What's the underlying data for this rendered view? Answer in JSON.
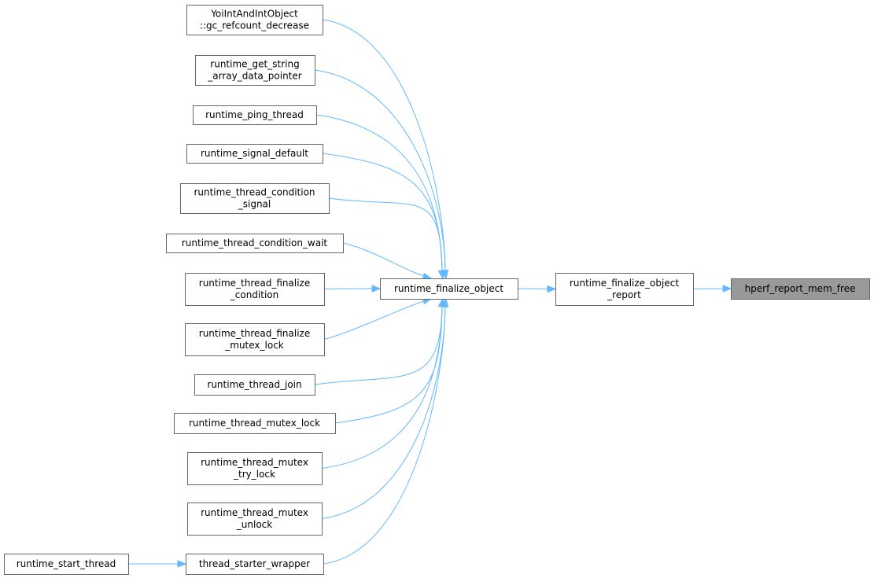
{
  "diagram": {
    "type": "call-graph",
    "colors": {
      "edge": "#63b8ff",
      "node_border": "#666666",
      "node_fill": "#ffffff",
      "highlight_fill": "#999999",
      "text": "#000000"
    },
    "nodes": [
      {
        "id": "n_yoi",
        "lines": [
          "YoiIntAndIntObject",
          "::gc_refcount_decrease"
        ]
      },
      {
        "id": "n_getstr",
        "lines": [
          "runtime_get_string",
          "_array_data_pointer"
        ]
      },
      {
        "id": "n_ping",
        "lines": [
          "runtime_ping_thread"
        ]
      },
      {
        "id": "n_sigdef",
        "lines": [
          "runtime_signal_default"
        ]
      },
      {
        "id": "n_condsig",
        "lines": [
          "runtime_thread_condition",
          "_signal"
        ]
      },
      {
        "id": "n_condwait",
        "lines": [
          "runtime_thread_condition_wait"
        ]
      },
      {
        "id": "n_fincond",
        "lines": [
          "runtime_thread_finalize",
          "_condition"
        ]
      },
      {
        "id": "n_finmutex",
        "lines": [
          "runtime_thread_finalize",
          "_mutex_lock"
        ]
      },
      {
        "id": "n_join",
        "lines": [
          "runtime_thread_join"
        ]
      },
      {
        "id": "n_mutexlock",
        "lines": [
          "runtime_thread_mutex_lock"
        ]
      },
      {
        "id": "n_trylock",
        "lines": [
          "runtime_thread_mutex",
          "_try_lock"
        ]
      },
      {
        "id": "n_unlock",
        "lines": [
          "runtime_thread_mutex",
          "_unlock"
        ]
      },
      {
        "id": "n_starter",
        "lines": [
          "thread_starter_wrapper"
        ]
      },
      {
        "id": "n_start",
        "lines": [
          "runtime_start_thread"
        ]
      },
      {
        "id": "n_finobj",
        "lines": [
          "runtime_finalize_object"
        ]
      },
      {
        "id": "n_finreport",
        "lines": [
          "runtime_finalize_object",
          "_report"
        ]
      },
      {
        "id": "n_hperf",
        "lines": [
          "hperf_report_mem_free"
        ],
        "highlighted": true
      }
    ],
    "edges": [
      {
        "from": "n_start",
        "to": "n_starter"
      },
      {
        "from": "n_yoi",
        "to": "n_finobj"
      },
      {
        "from": "n_getstr",
        "to": "n_finobj"
      },
      {
        "from": "n_ping",
        "to": "n_finobj"
      },
      {
        "from": "n_sigdef",
        "to": "n_finobj"
      },
      {
        "from": "n_condsig",
        "to": "n_finobj"
      },
      {
        "from": "n_condwait",
        "to": "n_finobj"
      },
      {
        "from": "n_fincond",
        "to": "n_finobj"
      },
      {
        "from": "n_finmutex",
        "to": "n_finobj"
      },
      {
        "from": "n_join",
        "to": "n_finobj"
      },
      {
        "from": "n_mutexlock",
        "to": "n_finobj"
      },
      {
        "from": "n_trylock",
        "to": "n_finobj"
      },
      {
        "from": "n_unlock",
        "to": "n_finobj"
      },
      {
        "from": "n_starter",
        "to": "n_finobj"
      },
      {
        "from": "n_finobj",
        "to": "n_finreport"
      },
      {
        "from": "n_finreport",
        "to": "n_hperf"
      }
    ]
  }
}
